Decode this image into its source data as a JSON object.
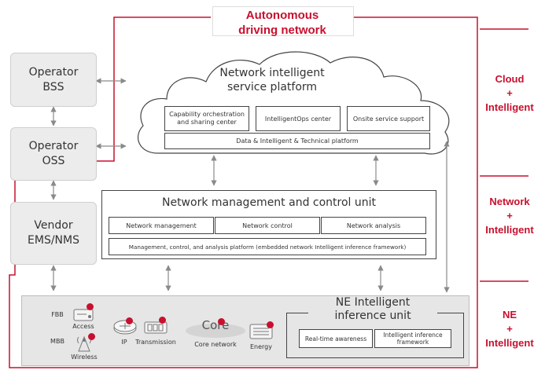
{
  "title": {
    "line1": "Autonomous",
    "line2": "driving network"
  },
  "left": {
    "bss": "Operator BSS",
    "oss": "Operator OSS",
    "ems": "Vendor EMS/NMS"
  },
  "cloud": {
    "title": "Network intelligent service platform",
    "cap": "Capability orchestration and sharing center",
    "ops": "IntelligentOps center",
    "onsite": "Onsite service support",
    "platform": "Data & Intelligent & Technical platform"
  },
  "nmc": {
    "title": "Network management and control unit",
    "mgmt": "Network management",
    "control": "Network control",
    "analysis": "Network analysis",
    "platform": "Management, control, and analysis platform (embedded network Intelligent inference framework)"
  },
  "ne": {
    "fbb": "FBB",
    "mbb": "MBB",
    "access": "Access",
    "wireless": "Wireless",
    "ip": "IP",
    "transmission": "Transmission",
    "core_word": "Core",
    "core_network": "Core network",
    "energy": "Energy",
    "unit_title": "NE Intelligent inference unit",
    "realtime": "Real-time awareness",
    "framework": "Intelligent inference framework"
  },
  "side": {
    "cloud": [
      "Cloud",
      "+",
      "Intelligent"
    ],
    "network": [
      "Network",
      "+",
      "Intelligent"
    ],
    "ne": [
      "NE",
      "+",
      "Intelligent"
    ]
  },
  "colors": {
    "red": "#c8102e",
    "gray": "#ececec",
    "arrow": "#8a8a8a"
  }
}
